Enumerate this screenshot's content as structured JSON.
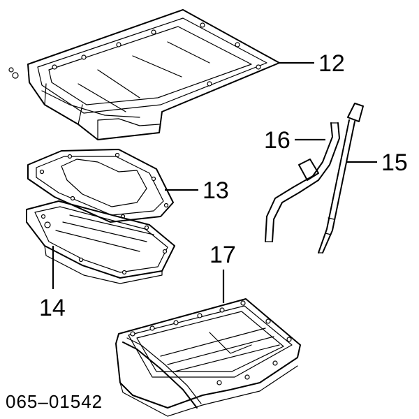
{
  "labels": {
    "p12": "12",
    "p13": "13",
    "p14": "14",
    "p15": "15",
    "p16": "16",
    "p17": "17"
  },
  "diagram_code": "065–01542"
}
